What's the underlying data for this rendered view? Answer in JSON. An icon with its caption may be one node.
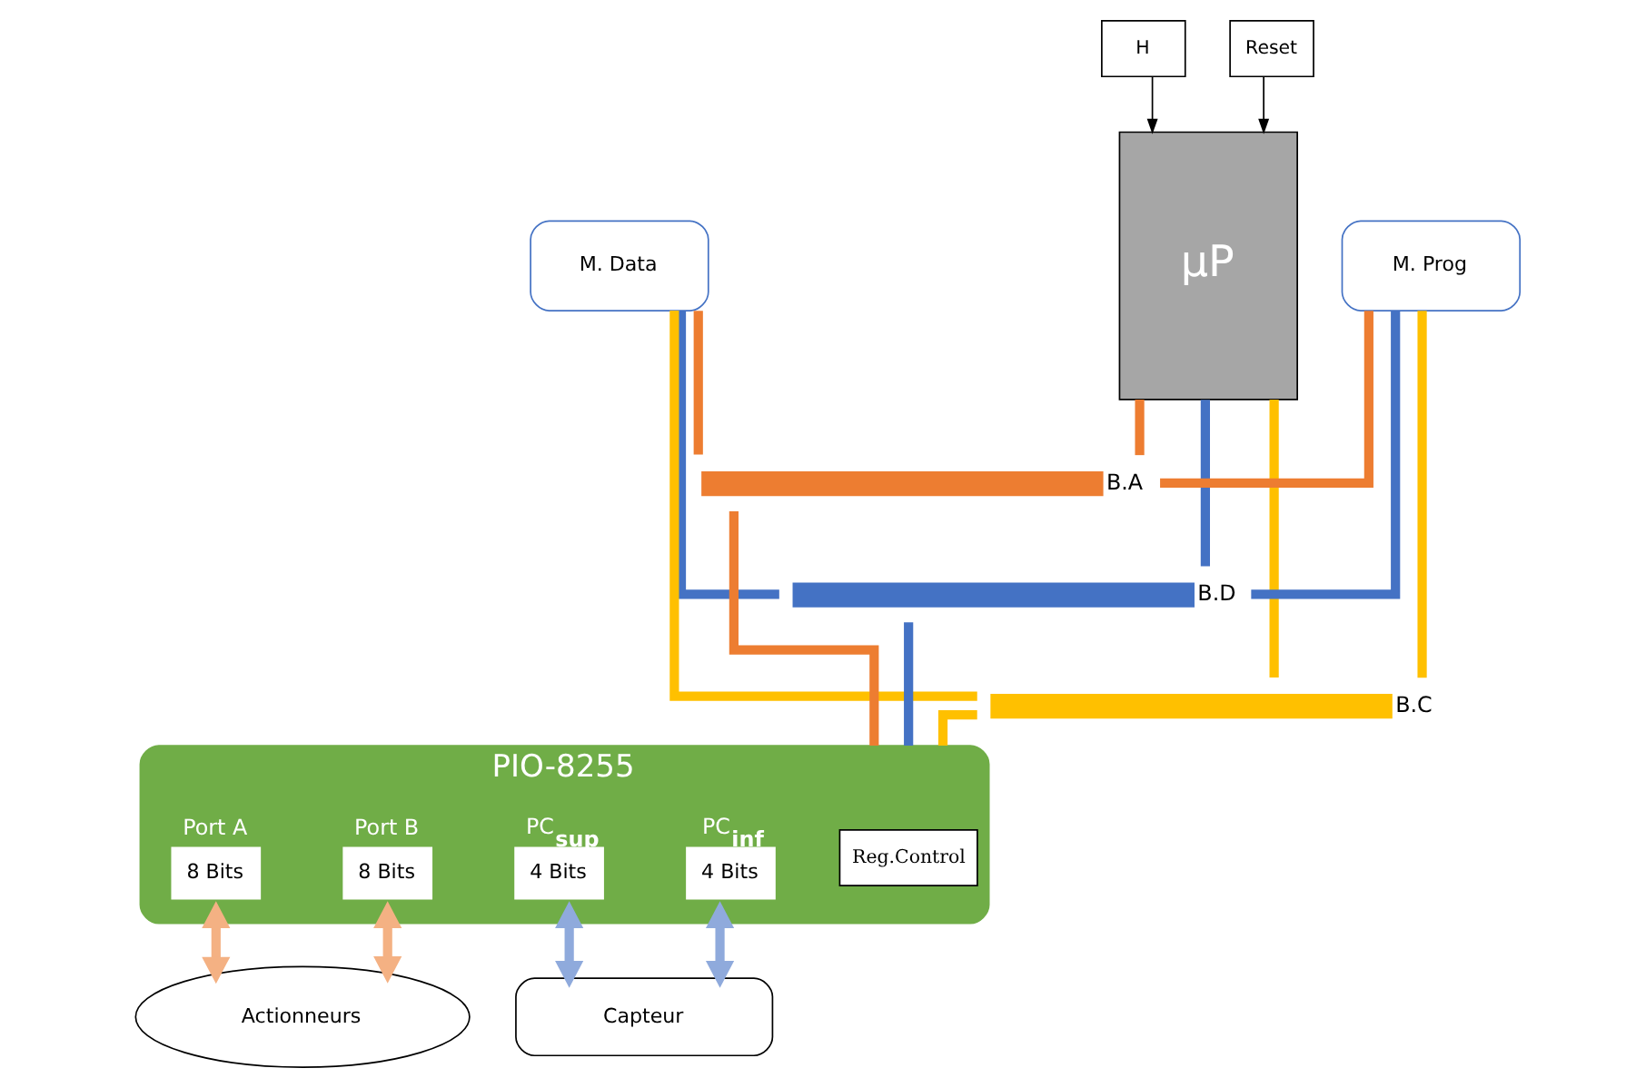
{
  "diagram": {
    "nodes": [
      {
        "text": [
          "H"
        ]
      },
      {
        "text": [
          "Reset"
        ]
      },
      {
        "text": [
          "µP"
        ]
      },
      {
        "text": [
          "M. Prog"
        ]
      },
      {
        "text": [
          "M. Data"
        ]
      },
      {
        "text": [],
        "shape": "bar",
        "beside": [
          "B.A"
        ]
      },
      {
        "text": [],
        "shape": "bar",
        "beside": [
          "B.D"
        ]
      },
      {
        "text": [],
        "shape": "bar",
        "beside": [
          "B.C"
        ]
      },
      {
        "text": [
          "PIO-8255"
        ]
      },
      {
        "text": [
          "Reg.Control"
        ],
        "in": 8
      },
      {
        "text": [
          "8 Bits"
        ],
        "in": 8,
        "beside": [
          "Port A"
        ]
      },
      {
        "text": [
          "8 Bits"
        ],
        "in": 8,
        "beside": [
          "Port B"
        ]
      },
      {
        "text": [
          "4 Bits"
        ],
        "in": 8,
        "beside": [
          "PC$_{sup}$"
        ]
      },
      {
        "text": [
          "4 Bits"
        ],
        "in": 8,
        "beside": [
          "PC$_{inf}$"
        ]
      },
      {
        "text": [
          "Actionneurs"
        ]
      },
      {
        "text": [
          "Capteur"
        ]
      }
    ],
    "edges": [
      {
        "from": 0,
        "to": 2,
        "arrow": "to",
        "color": "#000000"
      },
      {
        "from": 1,
        "to": 2,
        "arrow": "to",
        "color": "#000000"
      },
      {
        "from": 2,
        "to": 5,
        "arrow": "none",
        "color": "#ed7d31"
      },
      {
        "from": 2,
        "to": 6,
        "arrow": "none",
        "color": "#4472c4"
      },
      {
        "from": 2,
        "to": 7,
        "arrow": "none",
        "color": "#ffc000"
      },
      {
        "from": 3,
        "to": 5,
        "arrow": "none",
        "color": "#ed7d31"
      },
      {
        "from": 3,
        "to": 6,
        "arrow": "none",
        "color": "#4472c4"
      },
      {
        "from": 3,
        "to": 7,
        "arrow": "none",
        "color": "#ffc000"
      },
      {
        "from": 4,
        "to": 5,
        "arrow": "none",
        "color": "#ed7d31"
      },
      {
        "from": 4,
        "to": 6,
        "arrow": "none",
        "color": "#4472c4"
      },
      {
        "from": 4,
        "to": 7,
        "arrow": "none",
        "color": "#ffc000"
      },
      {
        "from": 7,
        "to": 8,
        "arrow": "none",
        "color": "#ffc000"
      },
      {
        "from": 6,
        "to": 8,
        "arrow": "none",
        "color": "#4472c4"
      },
      {
        "from": 5,
        "to": 8,
        "arrow": "none",
        "color": "#ed7d31"
      },
      {
        "from": 10,
        "to": 14,
        "arrow": "both",
        "color": "#f4b183"
      },
      {
        "from": 11,
        "to": 14,
        "arrow": "both",
        "color": "#f4b183"
      },
      {
        "from": 12,
        "to": 15,
        "arrow": "both",
        "color": "#8faadc"
      },
      {
        "from": 13,
        "to": 15,
        "arrow": "both",
        "color": "#8faadc"
      }
    ]
  }
}
